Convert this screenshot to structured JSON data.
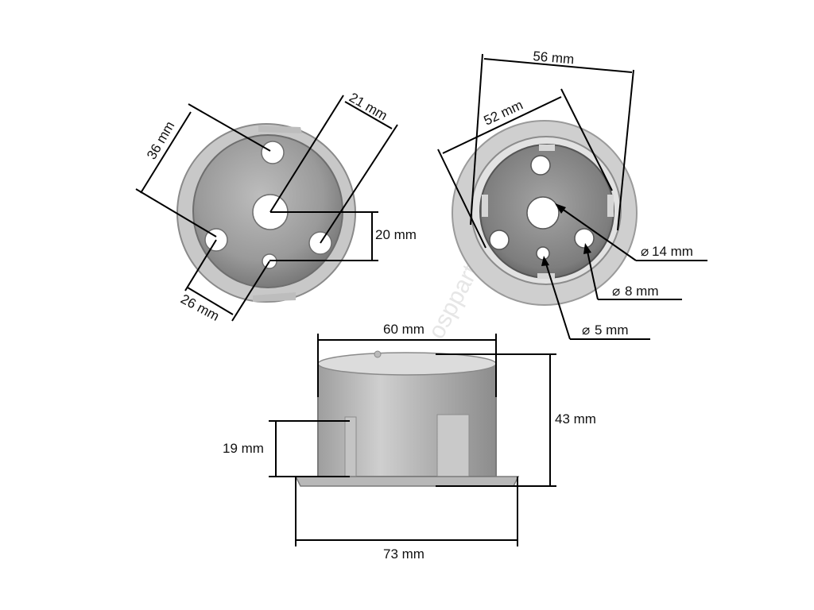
{
  "watermark": "ospparts.c",
  "colors": {
    "metal_light": "#d9d9d9",
    "metal_mid": "#a8a8a8",
    "metal_dark": "#6e6e6e",
    "hole": "#ffffff",
    "dimension_line": "#000000"
  },
  "views": {
    "bottom_view": {
      "dimensions": {
        "d36": "36 mm",
        "d21": "21 mm",
        "d20": "20 mm",
        "d26": "26 mm"
      }
    },
    "top_view": {
      "dimensions": {
        "d56": "56 mm",
        "d52": "52 mm",
        "hole14": "14 mm",
        "hole8": "8 mm",
        "hole5": "5 mm"
      },
      "diameter_symbol": "⌀"
    },
    "side_view": {
      "dimensions": {
        "d60": "60 mm",
        "d43": "43 mm",
        "d19": "19 mm",
        "d73": "73 mm"
      }
    }
  }
}
